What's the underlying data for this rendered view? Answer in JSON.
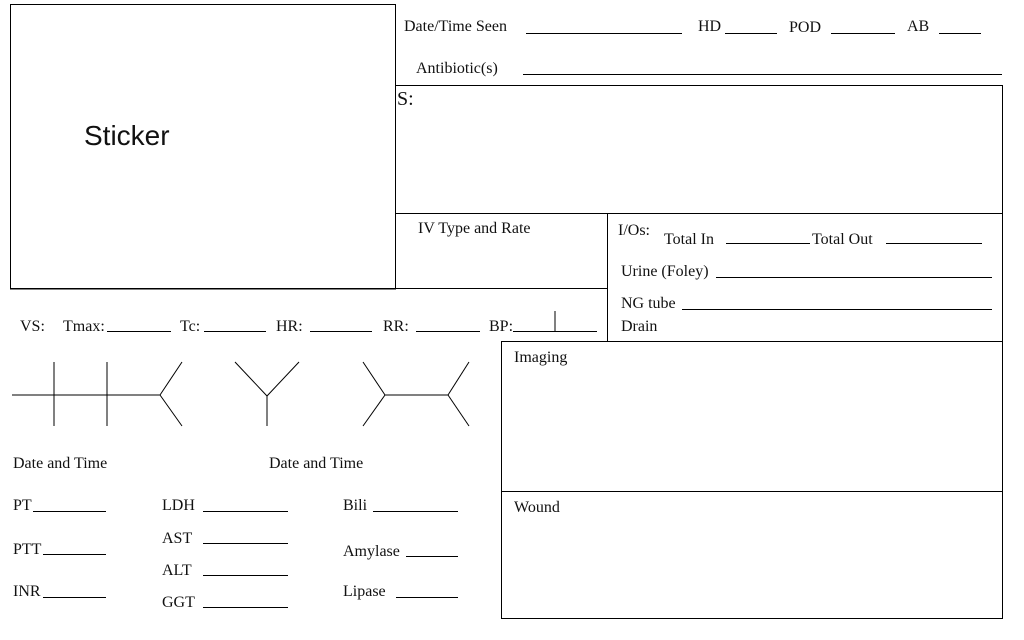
{
  "sticker": {
    "label": "Sticker"
  },
  "header": {
    "date_time_seen": "Date/Time Seen",
    "hd": "HD",
    "pod": "POD",
    "ab": "AB",
    "antibiotics": "Antibiotic(s)"
  },
  "subjective": {
    "label": "S:"
  },
  "iv": {
    "label": "IV Type and Rate"
  },
  "ios": {
    "label": "I/Os:",
    "total_in": "Total In",
    "total_out": "Total Out",
    "urine": "Urine (Foley)",
    "ng_tube": "NG tube",
    "drain": "Drain"
  },
  "vitals": {
    "label": "VS:",
    "tmax": "Tmax:",
    "tc": "Tc:",
    "hr": "HR:",
    "rr": "RR:",
    "bp": "BP:"
  },
  "labs": {
    "date_time_left": "Date and Time",
    "date_time_right": "Date and Time",
    "pt": "PT",
    "ptt": "PTT",
    "inr": "INR",
    "ldh": "LDH",
    "ast": "AST",
    "alt": "ALT",
    "ggt": "GGT",
    "bili": "Bili",
    "amylase": "Amylase",
    "lipase": "Lipase"
  },
  "imaging": {
    "label": "Imaging"
  },
  "wound": {
    "label": "Wound"
  }
}
